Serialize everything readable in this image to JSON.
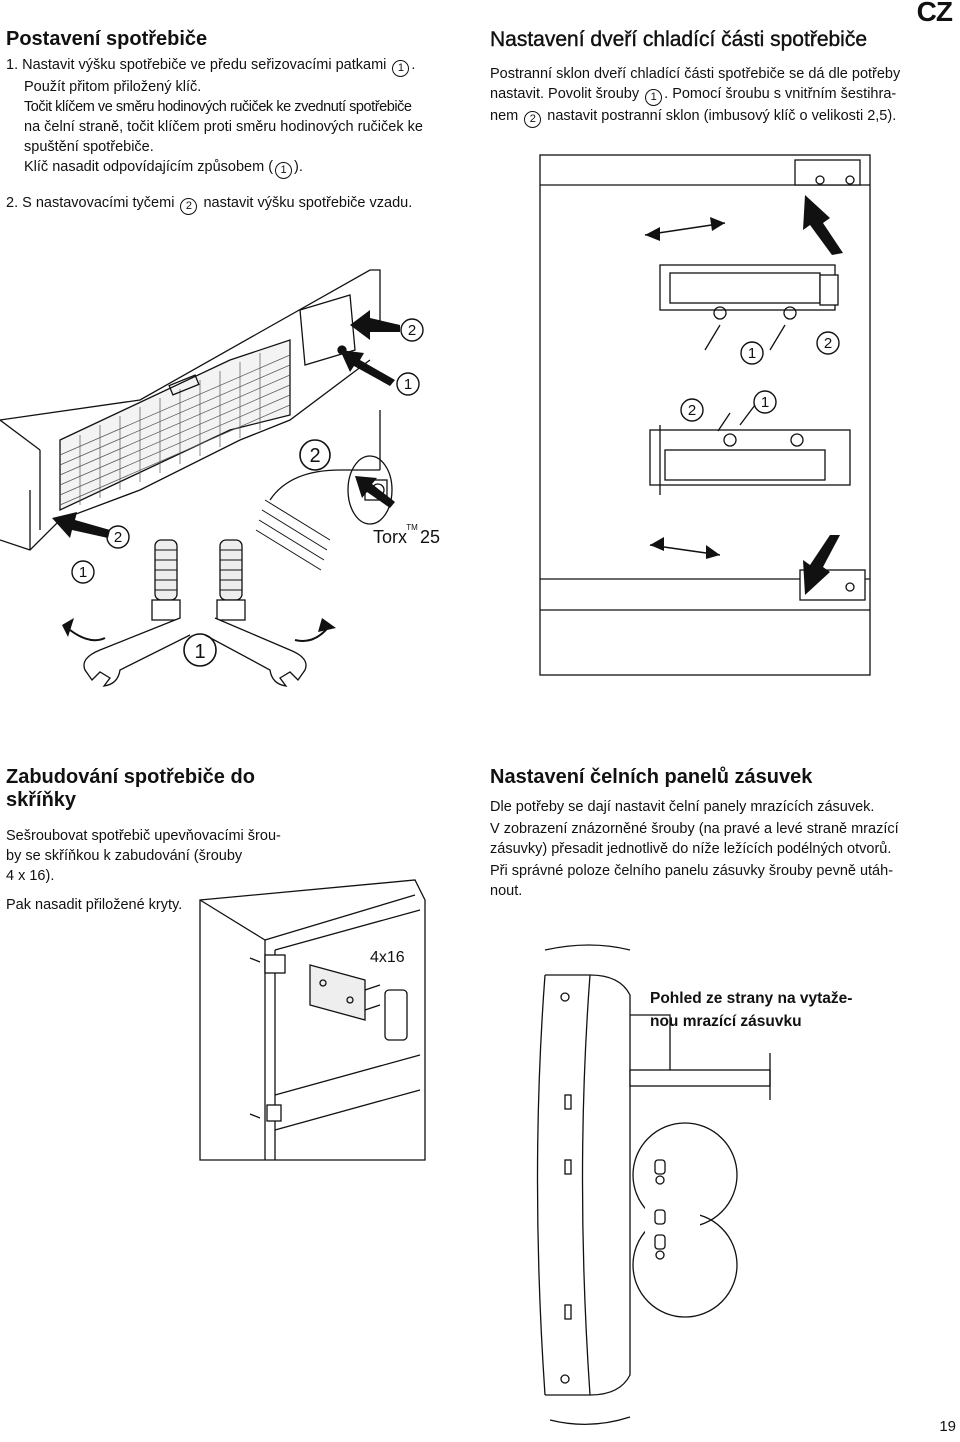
{
  "lang_code": "CZ",
  "page_number": "19",
  "sec1": {
    "title": "Postavení spotřebiče",
    "l1": "1.  Nastavit výšku spotřebiče ve předu seřizovacími patkami",
    "l1_end": ".",
    "l2": "Použít přitom přiložený klíč.",
    "l3": "Točit klíčem ve směru hodinových ručiček ke zvednutí spotřebiče",
    "l4": "na čelní straně, točit klíčem proti směru hodinových ručiček ke",
    "l5": "spuštění spotřebiče.",
    "l6": "Klíč nasadit odpovídajícím způsobem (",
    "l6_end": ").",
    "l7": "2.  S nastavovacími tyčemi",
    "l7_end": "nastavit výšku spotřebiče vzadu."
  },
  "sec2": {
    "title": "Nastavení dveří chladící části spotřebiče",
    "l1": "Postranní sklon dveří chladící části spotřebiče se dá dle potřeby",
    "l2": "nastavit. Povolit šrouby",
    "l2_end": ". Pomocí šroubu s vnitřním šestihra-",
    "l3": "nem",
    "l3_end": "nastavit postranní sklon (imbusový klíč o velikosti 2,5)."
  },
  "sec3": {
    "title": "Zabudování spotřebiče do skříňky",
    "l1": "Sešroubovat spotřebič upevňovacími šrou-",
    "l2": "by se skříňkou k zabudování (šrouby",
    "l3": "4 x 16).",
    "l4": "Pak nasadit přiložené kryty."
  },
  "sec4": {
    "title": "Nastavení čelních panelů zásuvek",
    "l1": "Dle potřeby se dají nastavit čelní panely mrazících zásuvek.",
    "l2": "V zobrazení znázorněné šrouby (na pravé a levé straně mrazící",
    "l3": "zásuvky) přesadit jednotlivě do níže ležících podélných otvorů.",
    "l4": "Při správné poloze čelního panelu zásuvky šrouby pevně utáh-",
    "l5": "nout."
  },
  "markers": {
    "one": "1",
    "two": "2"
  },
  "fig_torx": "Torx",
  "fig_tm": "TM",
  "fig_torx_size": "25",
  "fig_screws": "4x16",
  "fig_side_l1": "Pohled ze strany na vytaže-",
  "fig_side_l2": "nou mrazící zásuvku",
  "icons": [
    "wrench-icon",
    "arrow-icon",
    "screw-icon"
  ]
}
